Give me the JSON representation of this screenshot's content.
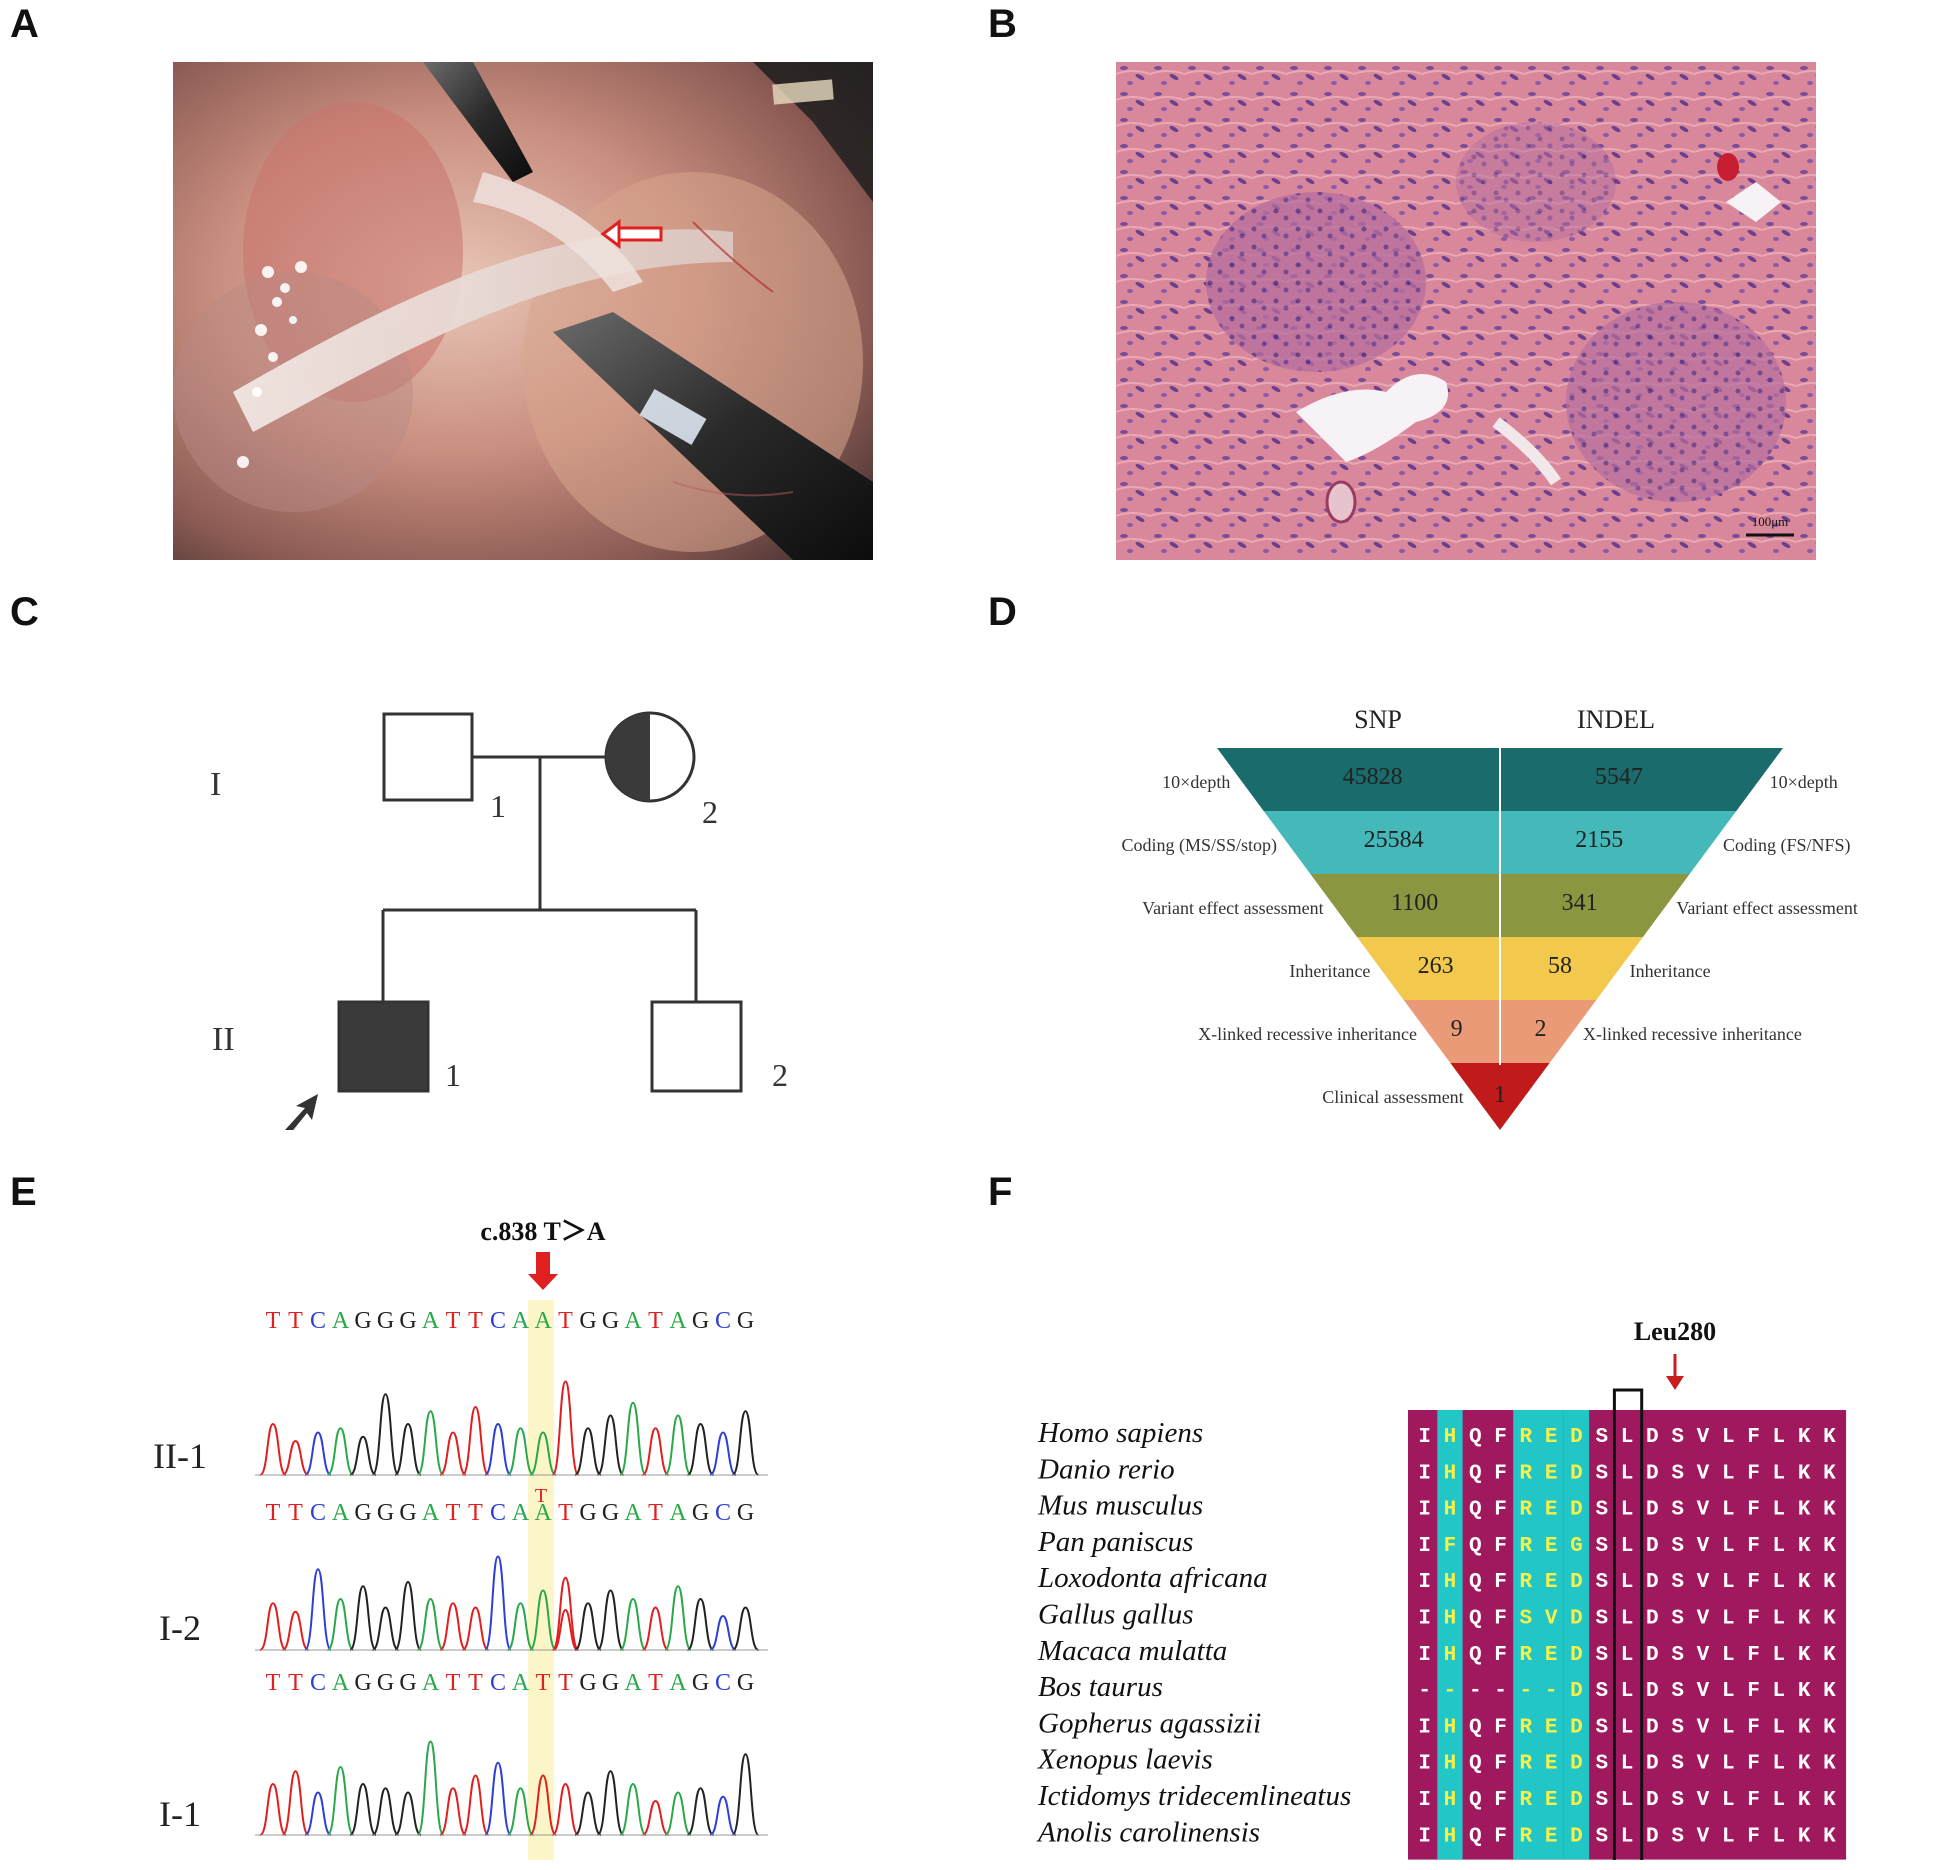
{
  "panels": {
    "A": "A",
    "B": "B",
    "C": "C",
    "D": "D",
    "E": "E",
    "F": "F"
  },
  "panel_b": {
    "scale_bar_label": "100μm"
  },
  "pedigree": {
    "generations": [
      "I",
      "II"
    ],
    "gen1": {
      "father_number": "1",
      "mother_number": "2"
    },
    "gen2": {
      "proband_number": "1",
      "sibling_number": "2"
    }
  },
  "funnel": {
    "headers": {
      "left": "SNP",
      "right": "INDEL"
    },
    "levels": [
      {
        "left_label": "10×depth",
        "snp": "45828",
        "indel": "5547",
        "right_label": "10×depth",
        "color": "#1a6b6b"
      },
      {
        "left_label": "Coding (MS/SS/stop)",
        "snp": "25584",
        "indel": "2155",
        "right_label": "Coding (FS/NFS)",
        "color": "#45b9b9"
      },
      {
        "left_label": "Variant effect assessment",
        "snp": "1100",
        "indel": "341",
        "right_label": "Variant effect assessment",
        "color": "#8c9640"
      },
      {
        "left_label": "Inheritance",
        "snp": "263",
        "indel": "58",
        "right_label": "Inheritance",
        "color": "#f2c94c"
      },
      {
        "left_label": "X-linked recessive inheritance",
        "snp": "9",
        "indel": "2",
        "right_label": "X-linked recessive inheritance",
        "color": "#eb9a78"
      },
      {
        "left_label": "Clinical assessment",
        "snp": "1",
        "indel": "",
        "right_label": "",
        "color": "#c01a1a"
      }
    ]
  },
  "sequencing": {
    "mutation_label": "c.838 T＞A",
    "het_base": "T",
    "tracks": [
      {
        "label": "II-1",
        "sequence": "TTCAGGGATTCAATGGATAGCG"
      },
      {
        "label": "I-2",
        "sequence": "TTCAGGGATTCAATGGATAGCG"
      },
      {
        "label": "I-1",
        "sequence": "TTCAGGGATTCATTGGATAGCG"
      }
    ]
  },
  "alignment": {
    "site_label": "Leu280",
    "species": [
      {
        "name": "Homo sapiens",
        "seq": "IHQFREDSLDSVLFLKK"
      },
      {
        "name": "Danio rerio",
        "seq": "IHQFREDSLDSVLFLKK"
      },
      {
        "name": "Mus musculus",
        "seq": "IHQFREDSLDSVLFLKK"
      },
      {
        "name": "Pan paniscus",
        "seq": "IFQFREGSLDSVLFLKK"
      },
      {
        "name": "Loxodonta africana",
        "seq": "IHQFREDSLDSVLFLKK"
      },
      {
        "name": "Gallus gallus",
        "seq": "IHQFSVDSLDSVLFLKK"
      },
      {
        "name": "Macaca mulatta",
        "seq": "IHQFREDSLDSVLFLKK"
      },
      {
        "name": "Bos taurus",
        "seq": "------DSLDSVLFLKK"
      },
      {
        "name": "Gopherus agassizii",
        "seq": "IHQFREDSLDSVLFLKK"
      },
      {
        "name": "Xenopus laevis",
        "seq": "IHQFREDSLDSVLFLKK"
      },
      {
        "name": "Ictidomys tridecemlineatus",
        "seq": "IHQFREDSLDSVLFLKK"
      },
      {
        "name": "Anolis carolinensis",
        "seq": "IHQFREDSLDSVLFLKK"
      }
    ],
    "colors": {
      "background": "#a0195f",
      "highlight": "#22c6c6",
      "conserved_text": "#ffffff",
      "variable_text": "#f5f04a"
    }
  }
}
